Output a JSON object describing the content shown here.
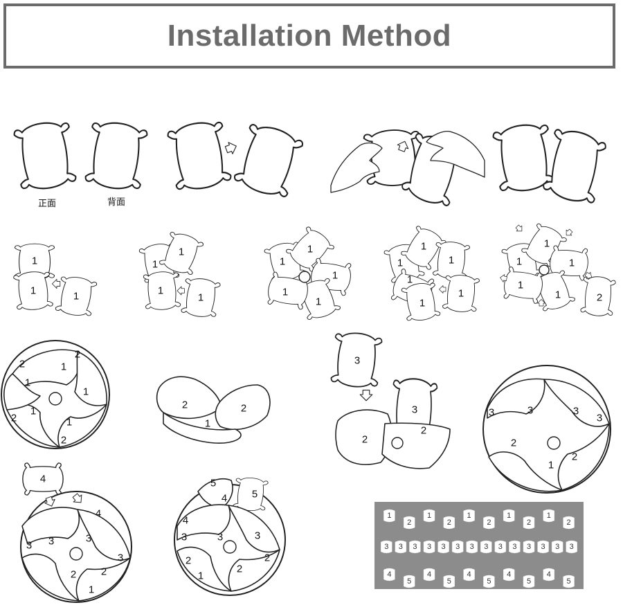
{
  "title": "Installation Method",
  "captions": {
    "front": "正面",
    "back": "背面"
  },
  "piece_numbers": {
    "one": "1",
    "two": "2",
    "three": "3",
    "four": "4",
    "five": "5"
  },
  "sheet_rows": [
    [
      "1",
      "2",
      "1",
      "2",
      "1",
      "2",
      "1",
      "2",
      "1",
      "2"
    ],
    [
      "3",
      "3",
      "3",
      "3",
      "3",
      "3",
      "3",
      "3",
      "3",
      "3",
      "3",
      "3",
      "3",
      "3"
    ],
    [
      "4",
      "5",
      "4",
      "5",
      "4",
      "5",
      "4",
      "5",
      "4",
      "5"
    ]
  ],
  "colors": {
    "title_border": "#6b6b6b",
    "title_text": "#6b6b6b",
    "line": "#222222",
    "sheet": "#8c8c8c"
  }
}
